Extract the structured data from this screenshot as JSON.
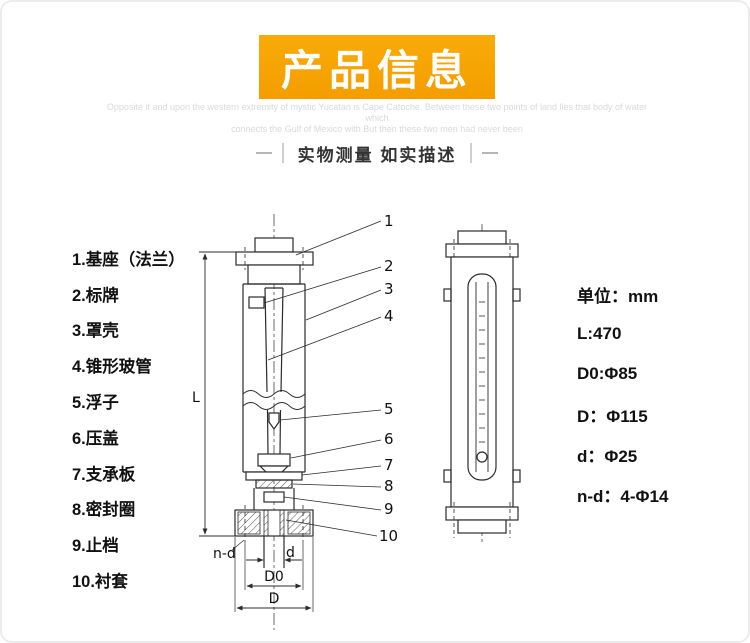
{
  "page": {
    "title": "产品信息"
  },
  "watermark": {
    "line1": "Opposite it and upon the western extremity of mystic Yucatan is Cape Catoche. Between these two points of land lies that body of water which",
    "line2": "connects the Gulf of Mexico with But then these two men had never been"
  },
  "divider": {
    "label": "实物测量 如实描述"
  },
  "parts": [
    "1.基座（法兰）",
    "2.标牌",
    "3.罩壳",
    "4.锥形玻管",
    "5.浮子",
    "6.压盖",
    "7.支承板",
    "8.密封圈",
    "9.止档",
    "10.衬套"
  ],
  "specs": {
    "unit": "单位：mm",
    "items": [
      "L:470",
      "D0:Φ85",
      "D：Φ115",
      "d：Φ25",
      "n-d：4-Φ14"
    ]
  },
  "diagram": {
    "callouts": [
      "1",
      "2",
      "3",
      "4",
      "5",
      "6",
      "7",
      "8",
      "9",
      "10"
    ],
    "dims": {
      "L": "L",
      "nd": "n-d",
      "d": "d",
      "D0": "D0",
      "D": "D"
    }
  },
  "colors": {
    "banner": "#f6a203",
    "line": "#2b2b2b"
  }
}
